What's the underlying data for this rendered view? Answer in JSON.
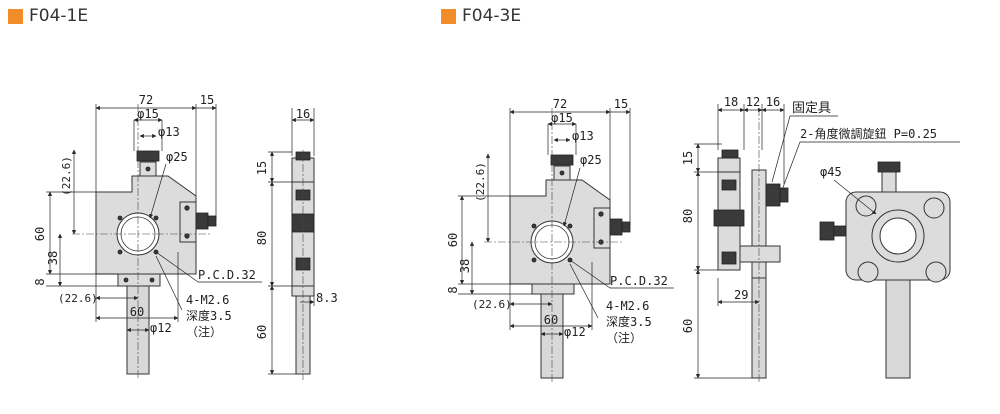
{
  "accent_color": "#f28c28",
  "left_title": "F04-1E",
  "right_title": "F04-3E",
  "left": {
    "dim_72": "72",
    "dim_15": "15",
    "dim_phi15": "φ15",
    "dim_phi13": "φ13",
    "dim_phi25": "φ25",
    "dim_22_6_v": "(22.6)",
    "dim_60": "60",
    "dim_38": "38",
    "dim_8": "8",
    "dim_22_6_h": "(22.6)",
    "dim_60_b": "60",
    "dim_phi12": "φ12",
    "pcd": "P.C.D.32",
    "screw_1": "4-M2.6",
    "screw_2": "深度3.5",
    "screw_3": "（注）",
    "side_16": "16",
    "side_15": "15",
    "side_80": "80",
    "side_8_3": "8.3",
    "side_60": "60"
  },
  "right": {
    "dim_72": "72",
    "dim_15": "15",
    "dim_phi15": "φ15",
    "dim_phi13": "φ13",
    "dim_phi25": "φ25",
    "dim_22_6_v": "(22.6)",
    "dim_60": "60",
    "dim_38": "38",
    "dim_8": "8",
    "dim_22_6_h": "(22.6)",
    "dim_60_b": "60",
    "dim_phi12": "φ12",
    "pcd": "P.C.D.32",
    "screw_1": "4-M2.6",
    "screw_2": "深度3.5",
    "screw_3": "（注）",
    "side_18": "18",
    "side_12": "12",
    "side_16": "16",
    "fixture": "固定具",
    "knob_note": "2-角度微調旋鈕 P=0.25",
    "side_15": "15",
    "side_80": "80",
    "side_29": "29",
    "side_60": "60",
    "phi45": "φ45"
  }
}
